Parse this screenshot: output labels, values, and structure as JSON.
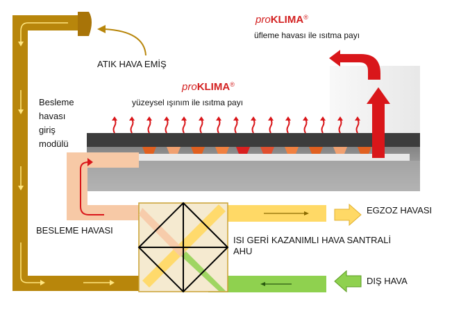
{
  "labels": {
    "exhaust_intake": "ATIK HAVA EMİŞ",
    "supply_module": [
      "Besleme",
      "havası",
      "giriş",
      "modülü"
    ],
    "supply_air": "BESLEME HAVASI",
    "exhaust_air": "EGZOZ HAVASI",
    "ahu": [
      "ISI GERİ KAZANIMLI HAVA SANTRALİ",
      "AHU"
    ],
    "outdoor_air": "DIŞ HAVA"
  },
  "brand_top": {
    "pro": "pro",
    "klima": "KLIMA",
    "reg": "®",
    "caption": "üfleme havası ile ısıtma payı"
  },
  "brand_mid": {
    "pro": "pro",
    "klima": "KLIMA",
    "reg": "®",
    "caption": "yüzeysel ışınım ile ısıtma payı"
  },
  "colors": {
    "duct": "#b8860b",
    "yellow": "#ffd966",
    "green": "#8fd14f",
    "peach": "#f7c9a6",
    "red": "#d9161a",
    "floor": "#8a8a8a"
  }
}
